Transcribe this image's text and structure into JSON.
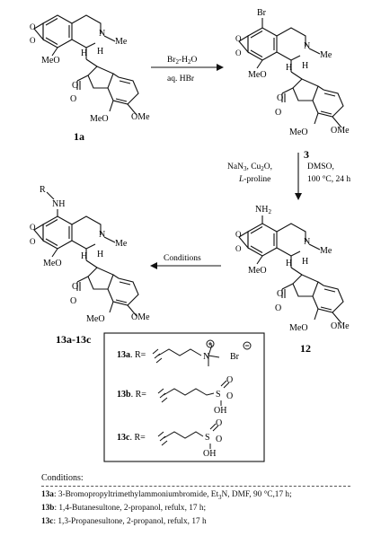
{
  "compounds": {
    "c1a": "1a",
    "c3": "3",
    "c12": "12",
    "c13": "13a-13c"
  },
  "atoms": {
    "br": "Br",
    "nh2": "NH",
    "nh2_sub": "2",
    "nh": "NH",
    "r": "R",
    "n": "N",
    "me": "Me",
    "h": "H",
    "meo": "MeO",
    "ome": "OMe",
    "o": "O"
  },
  "arrows": {
    "a1_top": "Br",
    "a1_top_sub": "2",
    "a1_top_rest": "-H",
    "a1_top_sub2": "2",
    "a1_top_end": "O",
    "a1_bottom": "aq. HBr",
    "a2_left_1": "NaN",
    "a2_left_1_sub": "3",
    "a2_left_1_rest": ", Cu",
    "a2_left_1_sub2": "2",
    "a2_left_1_end": "O,",
    "a2_left_2_italic": "L",
    "a2_left_2": "-proline",
    "a2_right_1": "DMSO,",
    "a2_right_2": "100 °C, 24 h",
    "a3_top": "Conditions"
  },
  "r_groups": {
    "g13a": "13a",
    "g13b": "13b",
    "g13c": "13c",
    "r_eq": ". R=",
    "br_counter": "Br",
    "n_plus": "N",
    "s": "S",
    "oh": "OH",
    "o": "O"
  },
  "conditions": {
    "title": "Conditions:",
    "lines": [
      {
        "label": "13a",
        "text": ": 3-Bromopropyltrimethylammoniumbromide, Et",
        "sub": "3",
        "tail": "N, DMF, 90 °C,17 h;"
      },
      {
        "label": "13b",
        "text": ": 1,4-Butanesultone, 2-propanol, refulx, 17 h;",
        "sub": "",
        "tail": ""
      },
      {
        "label": "13c",
        "text": ": 1,3-Propanesultone, 2-propanol, refulx, 17 h",
        "sub": "",
        "tail": ""
      }
    ]
  }
}
